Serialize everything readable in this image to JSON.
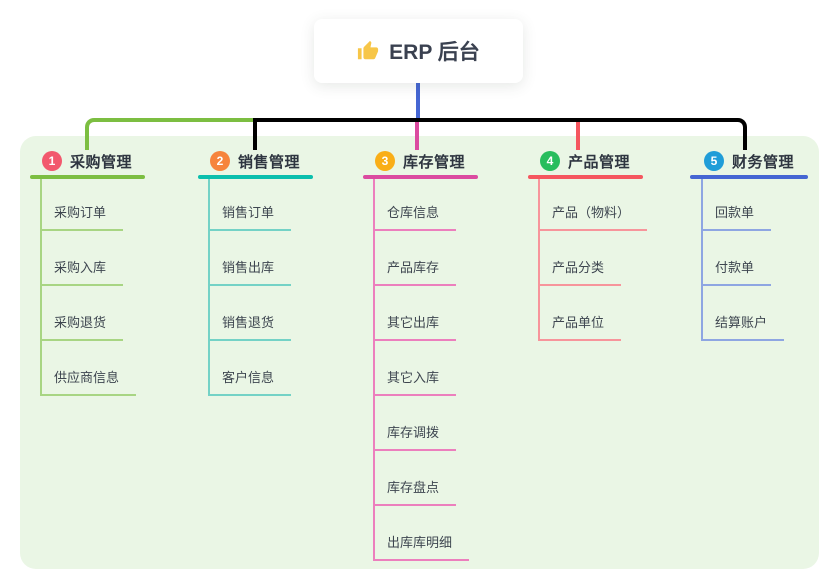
{
  "root": {
    "label": "ERP 后台",
    "icon": "thumbs-up-icon",
    "icon_color": "#F7C648"
  },
  "colors": {
    "canvas_bg": "#EAF6E5",
    "root_connector": "#4566D3"
  },
  "branches": [
    {
      "badge": "1",
      "label": "采购管理",
      "badge_color": "#F2586D",
      "line_color": "#7CBE41",
      "child_line_color": "#A8D583",
      "children": [
        "采购订单",
        "采购入库",
        "采购退货",
        "供应商信息"
      ]
    },
    {
      "badge": "2",
      "label": "销售管理",
      "badge_color": "#F6843C",
      "line_color": "#0BBFAD",
      "child_line_color": "#74D2C6",
      "children": [
        "销售订单",
        "销售出库",
        "销售退货",
        "客户信息"
      ]
    },
    {
      "badge": "3",
      "label": "库存管理",
      "badge_color": "#F9AE17",
      "line_color": "#DB4BA0",
      "child_line_color": "#EC7FBD",
      "children": [
        "仓库信息",
        "产品库存",
        "其它出库",
        "其它入库",
        "库存调拨",
        "库存盘点",
        "出库库明细"
      ]
    },
    {
      "badge": "4",
      "label": "产品管理",
      "badge_color": "#28BD5D",
      "line_color": "#F5565F",
      "child_line_color": "#F7959B",
      "children": [
        "产品（物料）",
        "产品分类",
        "产品单位"
      ]
    },
    {
      "badge": "5",
      "label": "财务管理",
      "badge_color": "#209DD8",
      "line_color": "#4566D3",
      "child_line_color": "#8EA6E2",
      "children": [
        "回款单",
        "付款单",
        "结算账户"
      ]
    }
  ]
}
